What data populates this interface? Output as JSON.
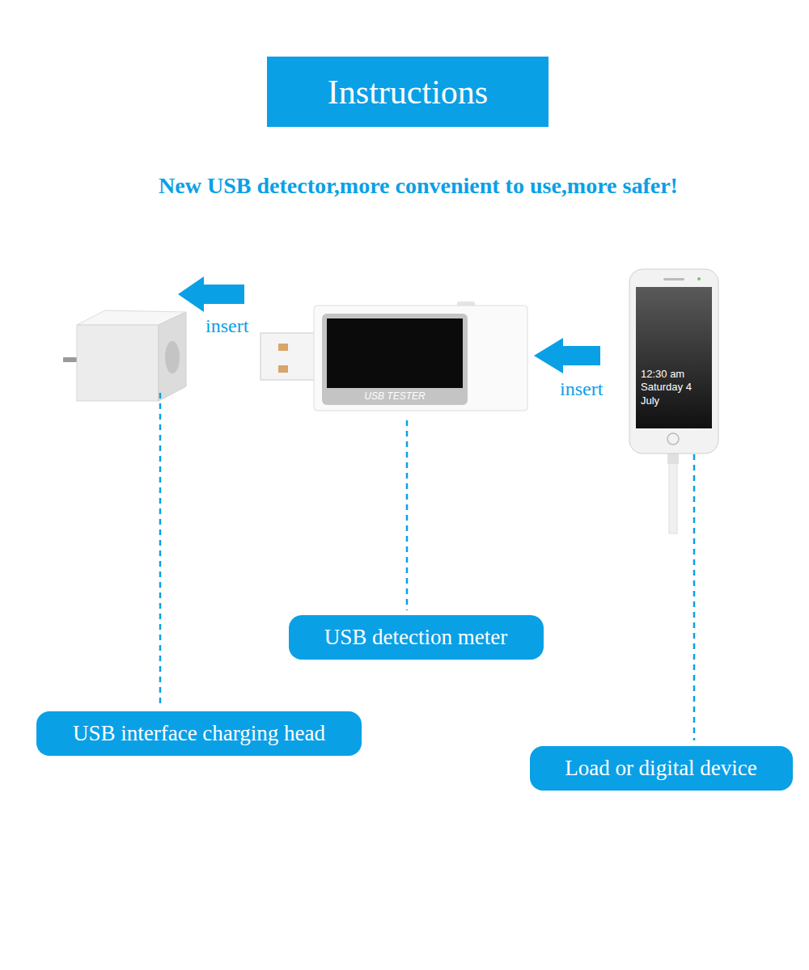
{
  "diagram": {
    "title": "Instructions",
    "nodes": [
      {
        "text": [
          "USB detection meter"
        ]
      },
      {
        "text": [
          "USB interface charging head"
        ]
      },
      {
        "text": [
          "Load or digital device"
        ]
      }
    ],
    "labels": [
      "New USB detector,more convenient to use,more safer!",
      "insert",
      "insert",
      "USB TESTER",
      "12:30 am Saturday 4 July"
    ]
  }
}
